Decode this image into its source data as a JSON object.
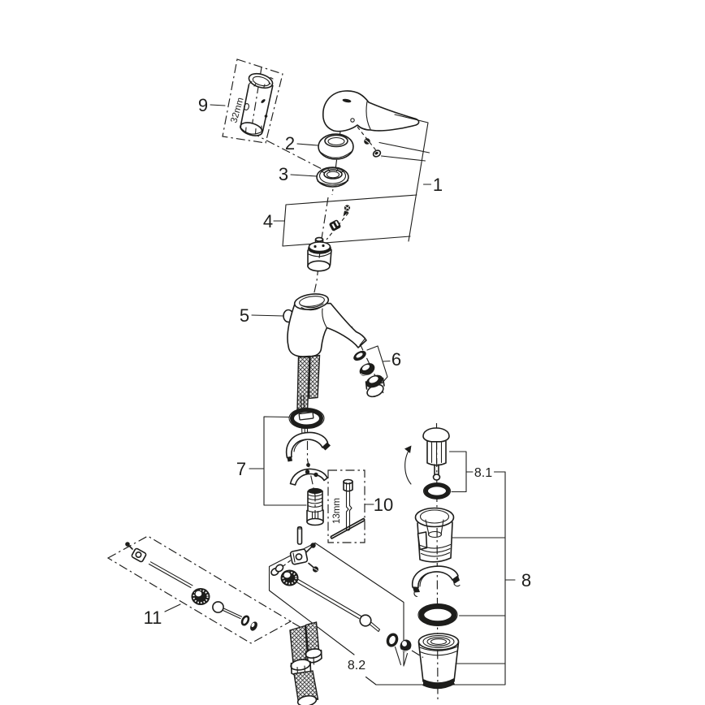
{
  "diagram": {
    "background": "#ffffff",
    "line_color": "#1d1d1b",
    "part_labels": {
      "p1": "1",
      "p2": "2",
      "p3": "3",
      "p4": "4",
      "p5": "5",
      "p6": "6",
      "p7": "7",
      "p8": "8",
      "p8_1": "8.1",
      "p8_2": "8.2",
      "p9": "9",
      "p10": "10",
      "p11": "11"
    },
    "dimensions": {
      "socket_size": "32mm",
      "hex_size": "13mm"
    }
  }
}
